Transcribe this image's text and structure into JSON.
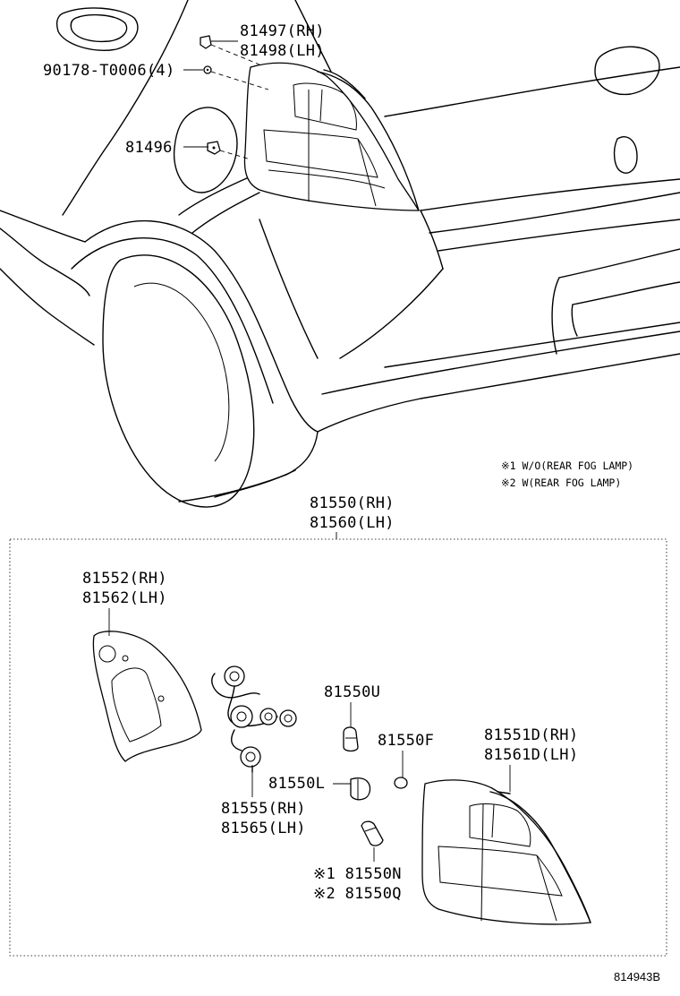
{
  "labels": {
    "p81497": "81497(RH)",
    "p81498": "81498(LH)",
    "p90178": "90178-T0006(4)",
    "p81496": "81496",
    "p81550": "81550(RH)",
    "p81560": "81560(LH)",
    "p81552": "81552(RH)",
    "p81562": "81562(LH)",
    "p81550U": "81550U",
    "p81550F": "81550F",
    "p81551D": "81551D(RH)",
    "p81561D": "81561D(LH)",
    "p81550L": "81550L",
    "p81555": "81555(RH)",
    "p81565": "81565(LH)",
    "p81550N": "※1 81550N",
    "p81550Q": "※2 81550Q"
  },
  "notes": {
    "note1": "※1 W/O(REAR FOG LAMP)",
    "note2": "※2 W(REAR FOG LAMP)"
  },
  "diagram_code": "814943B"
}
